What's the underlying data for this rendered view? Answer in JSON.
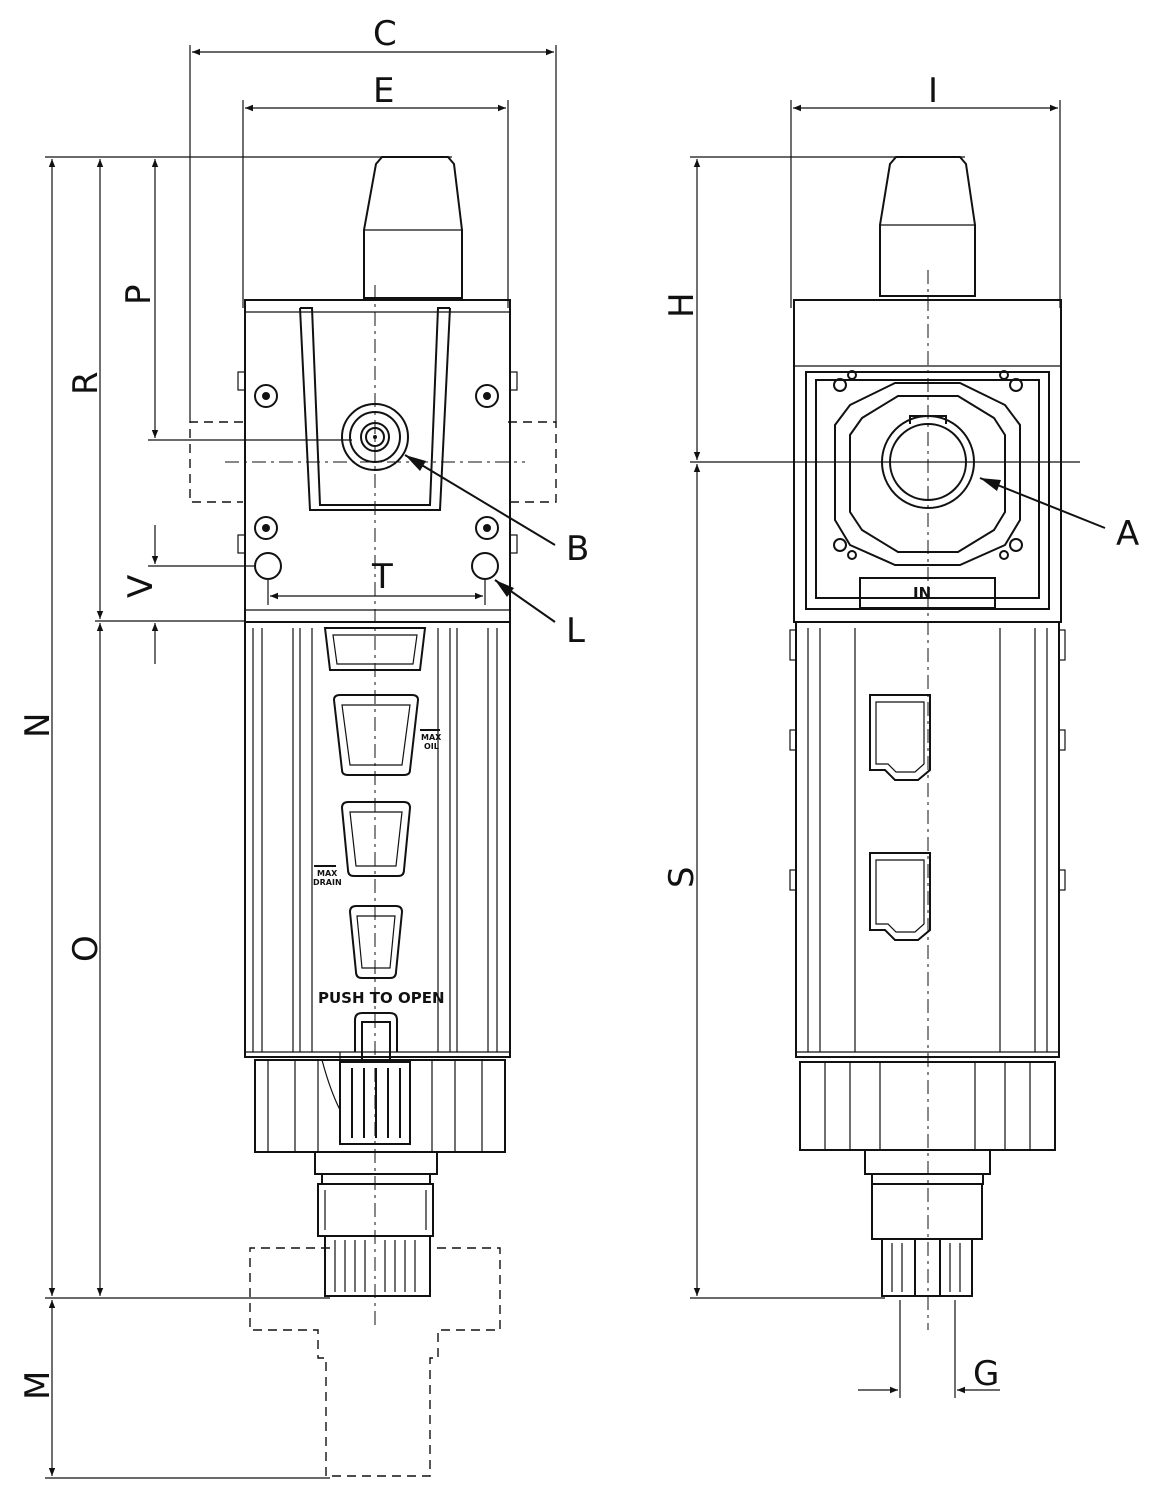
{
  "views": {
    "front": {
      "dimension_labels": {
        "C": "C",
        "E": "E",
        "P": "P",
        "R": "R",
        "N": "N",
        "O": "O",
        "M": "M",
        "V": "V",
        "T": "T"
      },
      "callouts": {
        "B": "B",
        "L": "L"
      },
      "markings": {
        "push_to_open": "PUSH TO OPEN",
        "max_oil": "MAX\nOIL",
        "max_drain": "MAX\nDRAIN"
      }
    },
    "side": {
      "dimension_labels": {
        "I": "I",
        "H": "H",
        "S": "S",
        "G": "G"
      },
      "callouts": {
        "A": "A"
      },
      "markings": {
        "inlet": "IN"
      }
    }
  }
}
